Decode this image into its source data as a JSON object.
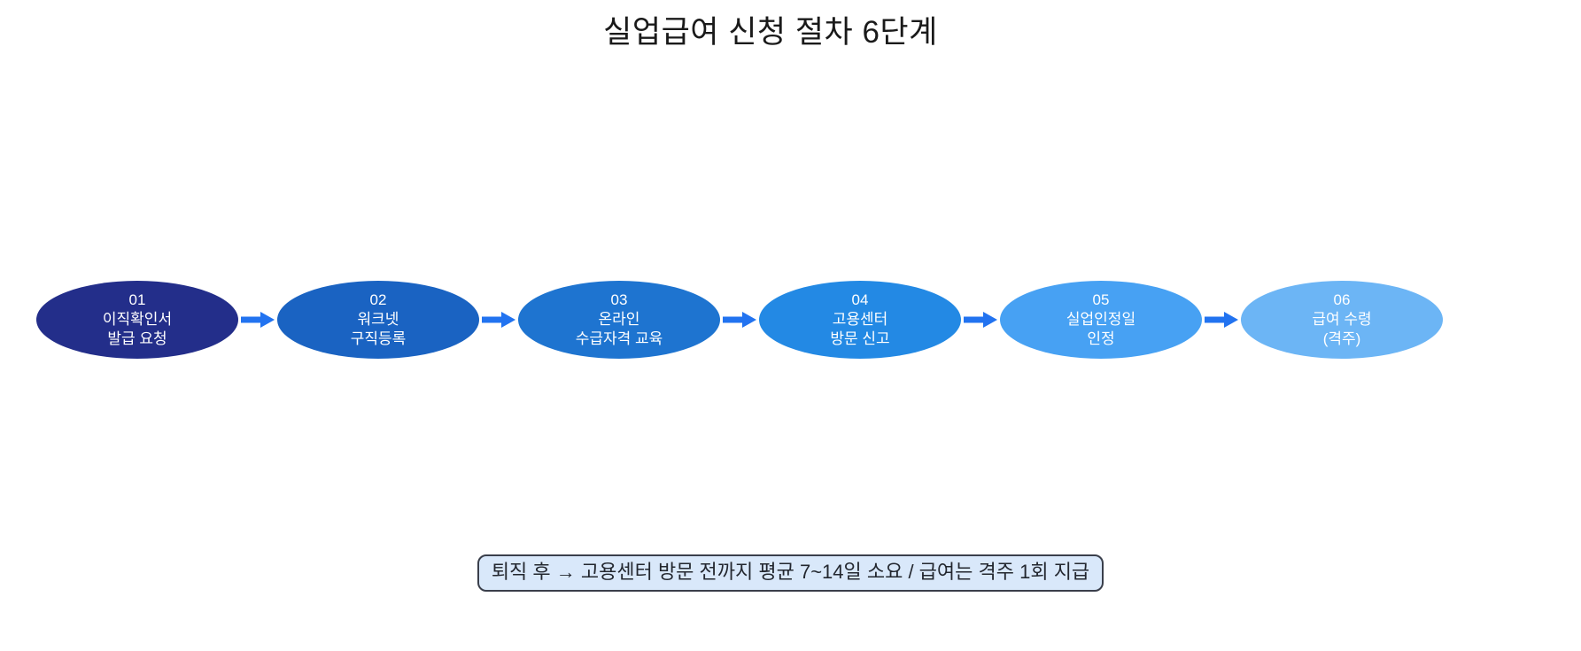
{
  "title": "실업급여 신청 절차 6단계",
  "colors": {
    "background": "#ffffff",
    "title_text": "#1a1a1a",
    "arrow": "#2273f0",
    "step_text": "#ffffff",
    "note_bg": "#d9e8fa",
    "note_border": "#3a3f4b",
    "note_text": "#23272f"
  },
  "steps": [
    {
      "number": "01",
      "line1": "이직확인서",
      "line2": "발급 요청",
      "color": "#232e8a"
    },
    {
      "number": "02",
      "line1": "워크넷",
      "line2": "구직등록",
      "color": "#1a63c2"
    },
    {
      "number": "03",
      "line1": "온라인",
      "line2": "수급자격 교육",
      "color": "#1e74d0"
    },
    {
      "number": "04",
      "line1": "고용센터",
      "line2": "방문 신고",
      "color": "#2389e4"
    },
    {
      "number": "05",
      "line1": "실업인정일",
      "line2": "인정",
      "color": "#47a1f3"
    },
    {
      "number": "06",
      "line1": "급여 수령",
      "line2": "(격주)",
      "color": "#6cb5f5"
    }
  ],
  "note": "퇴직 후 → 고용센터 방문 전까지 평균 7~14일 소요 / 급여는 격주 1회 지급"
}
